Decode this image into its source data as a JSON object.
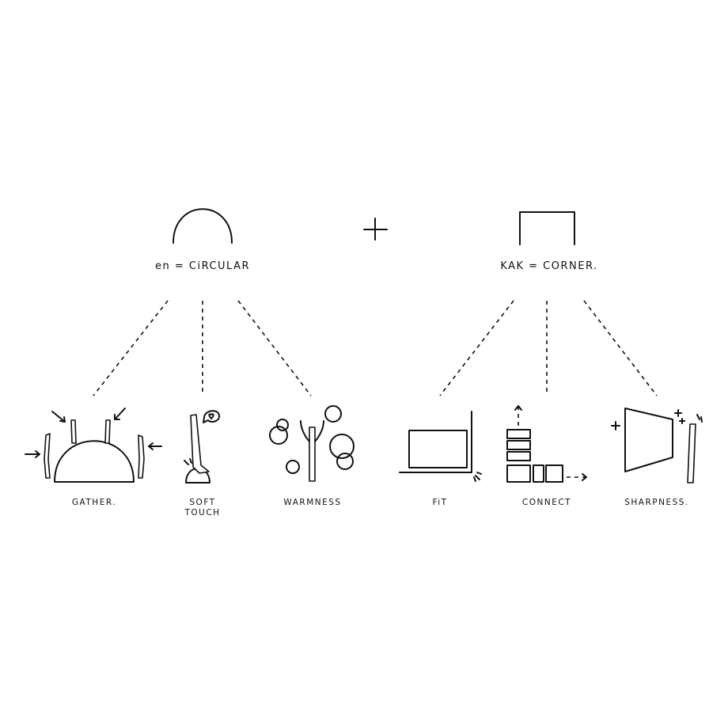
{
  "root_left": {
    "label": "en = CiRCULAR"
  },
  "plus_sign": "+",
  "root_right": {
    "label": "KAK = CORNER."
  },
  "left_branches": [
    {
      "label": "GATHER."
    },
    {
      "label_line1": "SOFT",
      "label_line2": "TOUCH"
    },
    {
      "label": "WARMNESS"
    }
  ],
  "right_branches": [
    {
      "label": "FiT"
    },
    {
      "label": "CONNECT"
    },
    {
      "label": "SHARPNESS."
    }
  ]
}
